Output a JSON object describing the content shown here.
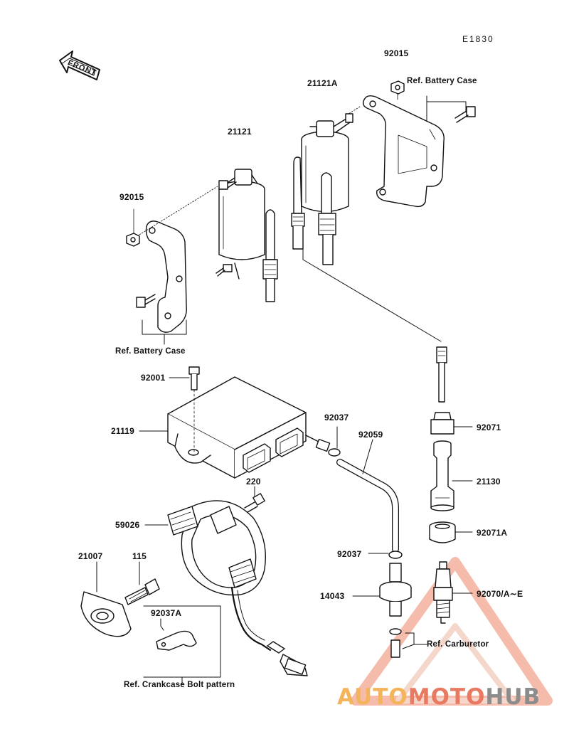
{
  "figure_code": "E1830",
  "front_label": "FRONT",
  "parts": {
    "p92015_top": "92015",
    "p92015_left": "92015",
    "p21121A": "21121A",
    "p21121": "21121",
    "p92001": "92001",
    "p21119": "21119",
    "p92037_top": "92037",
    "p92059": "92059",
    "p92071": "92071",
    "p21130": "21130",
    "p220": "220",
    "p59026": "59026",
    "p92071A": "92071A",
    "p92037_mid": "92037",
    "p21007": "21007",
    "p115": "115",
    "p14043": "14043",
    "p92070": "92070/A∼E",
    "p92037A": "92037A"
  },
  "references": {
    "battery_case_top": "Ref. Battery Case",
    "battery_case_left": "Ref. Battery Case",
    "carburetor": "Ref. Carburetor",
    "crankcase_bolt": "Ref. Crankcase Bolt pattern"
  },
  "watermark": {
    "part1": "AUTO",
    "part2": "MOTO",
    "part3": "HUB",
    "colors": {
      "orange": "#f3b45b",
      "red": "#e97a62",
      "gray": "#8c8c8c"
    }
  }
}
